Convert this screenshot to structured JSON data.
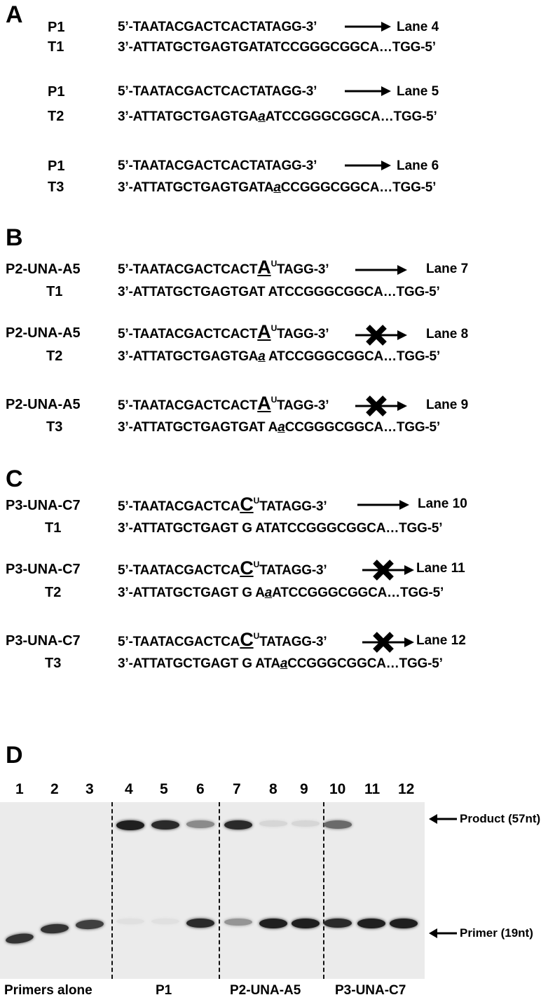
{
  "panel_a": {
    "letter": "A",
    "rows": [
      {
        "primer_label": "P1",
        "primer_seq": "5’-TAATACGACTCACTATAGG-3’",
        "template_label": "T1",
        "template_seq": "3’-ATTATGCTGAGTGATATCCGGGCGGCA…TGG-5’",
        "lane": "Lane 4"
      },
      {
        "primer_label": "P1",
        "primer_seq": "5’-TAATACGACTCACTATAGG-3’",
        "template_label": "T2",
        "template_pre": "3’-ATTATGCTGAGTGA",
        "template_mut": "a",
        "template_post": "ATCCGGGCGGCA…TGG-5’",
        "lane": "Lane 5"
      },
      {
        "primer_label": "P1",
        "primer_seq": "5’-TAATACGACTCACTATAGG-3’",
        "template_label": "T3",
        "template_pre": "3’-ATTATGCTGAGTGATA",
        "template_mut": "a",
        "template_post": "CCGGGCGGCA…TGG-5’",
        "lane": "Lane 6"
      }
    ]
  },
  "panel_b": {
    "letter": "B",
    "primer_label": "P2-UNA-A5",
    "primer_pre": "5’-TAATACGACTCACT",
    "una_base": "A",
    "una_sup": "U",
    "primer_post": "TAGG-3’",
    "rows": [
      {
        "template_label": "T1",
        "template_pre": "3’-ATTATGCTGAGTGAT",
        "template_mut": "",
        "template_post": " ATCCGGGCGGCA…TGG-5’",
        "blocked": false,
        "lane": "Lane 7"
      },
      {
        "template_label": "T2",
        "template_pre": "3’-ATTATGCTGAGTGA",
        "template_mut": "a",
        "template_post": " ATCCGGGCGGCA…TGG-5’",
        "blocked": true,
        "lane": "Lane 8"
      },
      {
        "template_label": "T3",
        "template_pre": "3’-ATTATGCTGAGTGAT A",
        "template_mut": "a",
        "template_post": "CCGGGCGGCA…TGG-5’",
        "blocked": true,
        "lane": "Lane 9"
      }
    ]
  },
  "panel_c": {
    "letter": "C",
    "primer_label": "P3-UNA-C7",
    "primer_pre": "5’-TAATACGACTCA",
    "una_base": "C",
    "una_sup": "U",
    "primer_post": "TATAGG-3’",
    "rows": [
      {
        "template_label": "T1",
        "template_pre": "3’-ATTATGCTGAGT G ATATCCGGGCGGCA…TGG-5’",
        "template_mut": "",
        "template_post": "",
        "blocked": false,
        "lane": "Lane 10"
      },
      {
        "template_label": "T2",
        "template_pre": "3’-ATTATGCTGAGT G A",
        "template_mut": "a",
        "template_post": "ATCCGGGCGGCA…TGG-5’",
        "blocked": true,
        "lane": "Lane 11"
      },
      {
        "template_label": "T3",
        "template_pre": "3’-ATTATGCTGAGT G ATA",
        "template_mut": "a",
        "template_post": "CCGGGCGGCA…TGG-5’",
        "blocked": true,
        "lane": "Lane 12"
      }
    ]
  },
  "panel_d": {
    "letter": "D",
    "lane_numbers": [
      "1",
      "2",
      "3",
      "4",
      "5",
      "6",
      "7",
      "8",
      "9",
      "10",
      "11",
      "12"
    ],
    "product_label": "Product (57nt)",
    "primer_label": "Primer (19nt)",
    "groups": [
      "Primers alone",
      "P1",
      "P2-UNA-A5",
      "P3-UNA-C7"
    ],
    "product_band_intensity": [
      0,
      0,
      0,
      0.95,
      0.9,
      0.45,
      0.9,
      0.1,
      0.1,
      0.6,
      0,
      0
    ],
    "primer_band_intensity": [
      0.85,
      0.85,
      0.8,
      0.05,
      0.05,
      0.9,
      0.4,
      0.95,
      0.95,
      0.9,
      0.95,
      0.95
    ]
  }
}
